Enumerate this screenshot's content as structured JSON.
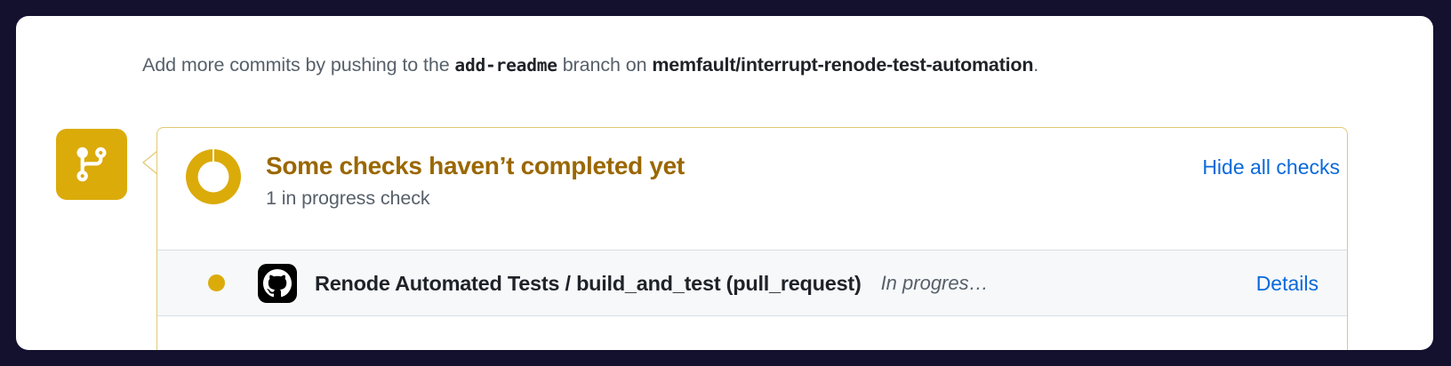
{
  "theme": {
    "page_background": "#14112f",
    "card_background": "#ffffff",
    "accent_yellow": "#dbab0a",
    "title_yellow": "#9a6700",
    "link_blue": "#0969da",
    "muted_text": "#57606a",
    "strong_text": "#1f2328",
    "row_background": "#f6f8fa",
    "box_border": "#e3c872"
  },
  "commits_notice": {
    "lead": "Add more commits by pushing to the ",
    "branch": "add‐readme",
    "middle": " branch on ",
    "repo": "memfault/interrupt-renode-test-automation",
    "trailing": "."
  },
  "timeline_badge": {
    "icon": "git-branch-icon"
  },
  "checks": {
    "status_icon": "in-progress-spinner-icon",
    "title": "Some checks haven’t completed yet",
    "subtitle": "1 in progress check",
    "hide_all_label": "Hide all checks",
    "rows": [
      {
        "dot_icon": "in-progress-dot-icon",
        "app_icon": "github-octocat-icon",
        "name": "Renode Automated Tests / build_and_test (pull_request)",
        "status": "In progres…",
        "details_label": "Details"
      }
    ]
  }
}
